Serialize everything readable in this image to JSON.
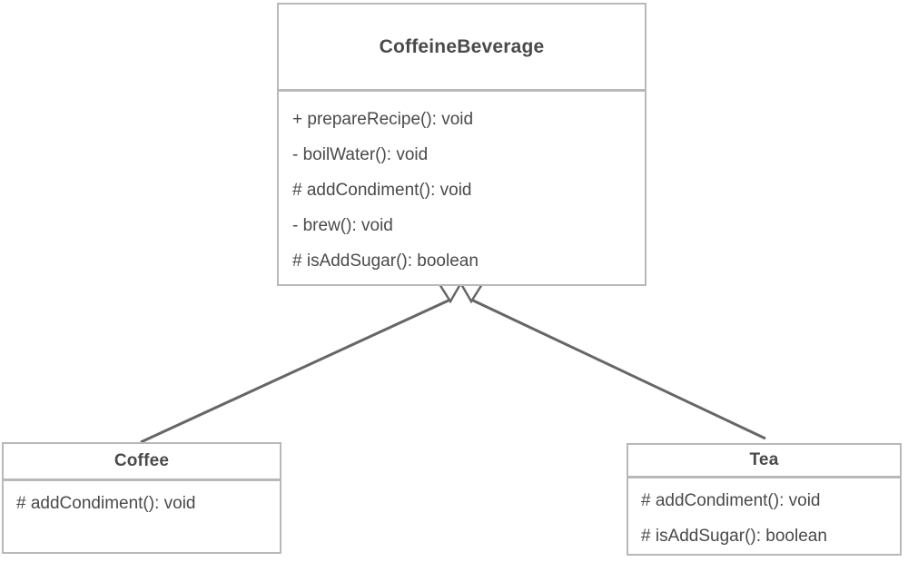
{
  "diagram": {
    "type": "uml-class-diagram",
    "classes": [
      {
        "name": "CoffeineBeverage",
        "members": [
          "+ prepareRecipe(): void",
          "- boilWater(): void",
          "# addCondiment(): void",
          "- brew(): void",
          "# isAddSugar(): boolean"
        ]
      },
      {
        "name": "Coffee",
        "members": [
          "# addCondiment(): void"
        ]
      },
      {
        "name": "Tea",
        "members": [
          "# addCondiment(): void",
          "# isAddSugar(): boolean"
        ]
      }
    ],
    "relations": [
      {
        "type": "generalization",
        "from": "Coffee",
        "to": "CoffeineBeverage"
      },
      {
        "type": "generalization",
        "from": "Tea",
        "to": "CoffeineBeverage"
      }
    ],
    "colors": {
      "border": "#b6b9bb",
      "line": "#666666",
      "text": "#4a4a4a",
      "background": "#ffffff"
    }
  }
}
